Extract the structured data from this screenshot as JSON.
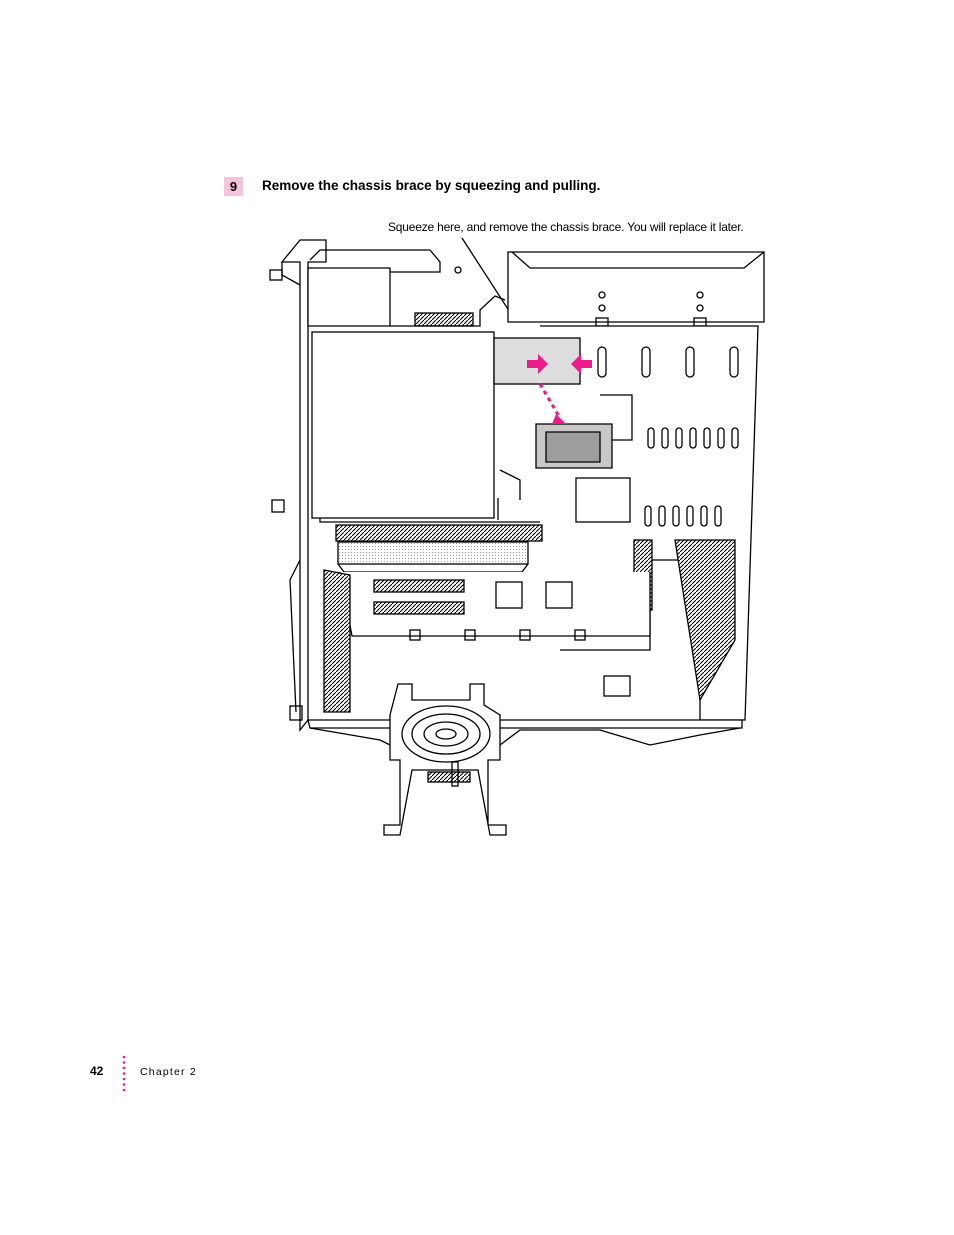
{
  "step": {
    "number": "9",
    "instruction": "Remove the chassis brace by squeezing and pulling."
  },
  "figure": {
    "callout": "Squeeze here, and remove the chassis brace. You will replace it later."
  },
  "footer": {
    "page_number": "42",
    "chapter": "Chapter 2"
  },
  "colors": {
    "accent": "#ec1c8c",
    "badge_bg": "#f4c3dc"
  }
}
